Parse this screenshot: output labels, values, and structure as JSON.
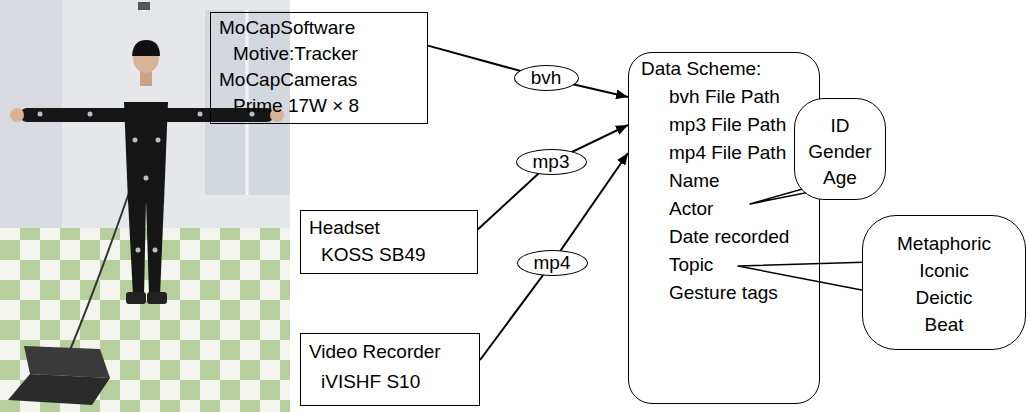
{
  "diagram": {
    "nodes": [
      {
        "text": [
          "MoCapSoftware",
          "Motive:Tracker",
          "MoCapCameras",
          "Prime 17W × 8"
        ]
      },
      {
        "text": [
          "Headset",
          "KOSS SB49"
        ]
      },
      {
        "text": [
          "Video Recorder",
          "iVISHF S10"
        ]
      },
      {
        "text": [
          "Data Scheme:",
          "bvh File Path",
          "mp3 File Path",
          "mp4 File Path",
          "Name",
          "Actor",
          "Date recorded",
          "Topic",
          "Gesture tags"
        ]
      },
      {
        "text": [
          "ID",
          "Gender",
          "Age"
        ]
      },
      {
        "text": [
          "Metaphoric",
          "Iconic",
          "Deictic",
          "Beat"
        ]
      }
    ],
    "edges": [
      {
        "from": 0,
        "to": 3,
        "label": "bvh",
        "arrow": "to"
      },
      {
        "from": 1,
        "to": 3,
        "label": "mp3",
        "arrow": "to"
      },
      {
        "from": 2,
        "to": 3,
        "label": "mp4",
        "arrow": "to"
      }
    ]
  }
}
